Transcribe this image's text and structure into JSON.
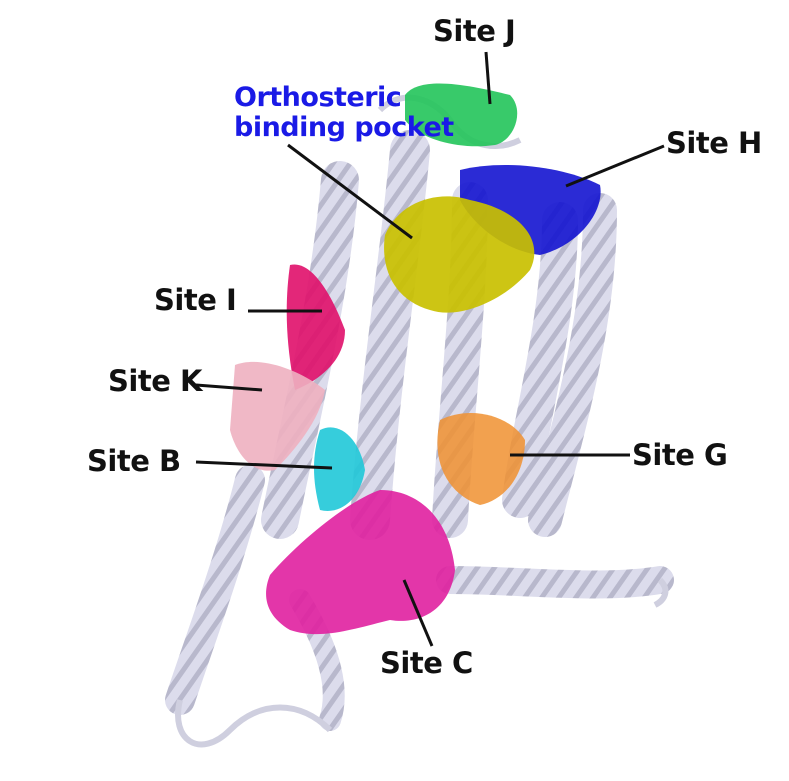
{
  "labels": {
    "site_j": "Site J",
    "orthosteric_line1": "Orthosteric",
    "orthosteric_line2": "binding pocket",
    "site_h": "Site H",
    "site_i": "Site I",
    "site_k": "Site K",
    "site_b": "Site B",
    "site_g": "Site G",
    "site_c": "Site C"
  },
  "colors": {
    "protein": "#d4d4e4",
    "orthosteric": "#c9c000",
    "site_j": "#22c45a",
    "site_h": "#1414d0",
    "site_i": "#e0106a",
    "site_k": "#eeb0c0",
    "site_b": "#20c8d8",
    "site_g": "#f09030",
    "site_c": "#e020a0",
    "orthosteric_label": "#1a1ae6"
  }
}
